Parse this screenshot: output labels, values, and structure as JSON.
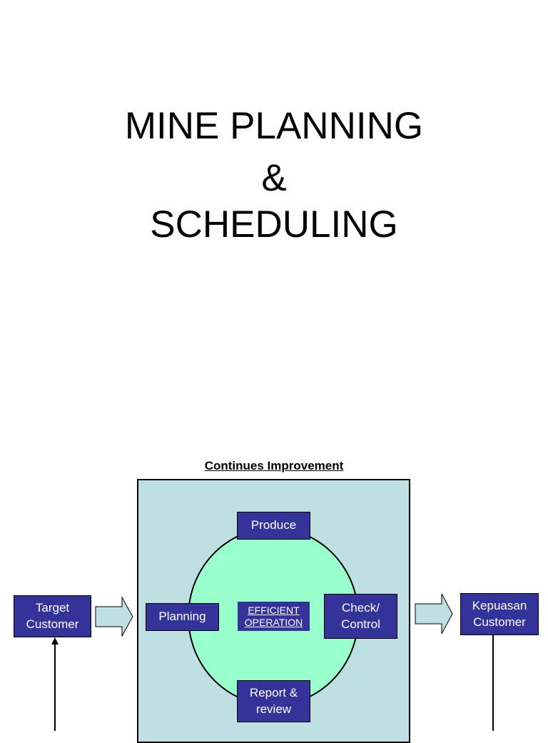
{
  "title": {
    "line1": "MINE PLANNING",
    "line2": "&",
    "line3": "SCHEDULING"
  },
  "diagram": {
    "heading": "Continues Improvement",
    "center": "EFFICIENT\nOPERATION",
    "boxes": {
      "produce": "Produce",
      "planning": "Planning",
      "check": "Check/\nControl",
      "report": "Report &\nreview",
      "target": "Target\nCustomer",
      "kepuasan": "Kepuasan\nCustomer"
    }
  },
  "colors": {
    "box_fill": "#333399",
    "panel_fill": "#bfe0e3",
    "circle_fill": "#99ffcc",
    "arrow_fill": "#bfe0e3"
  }
}
